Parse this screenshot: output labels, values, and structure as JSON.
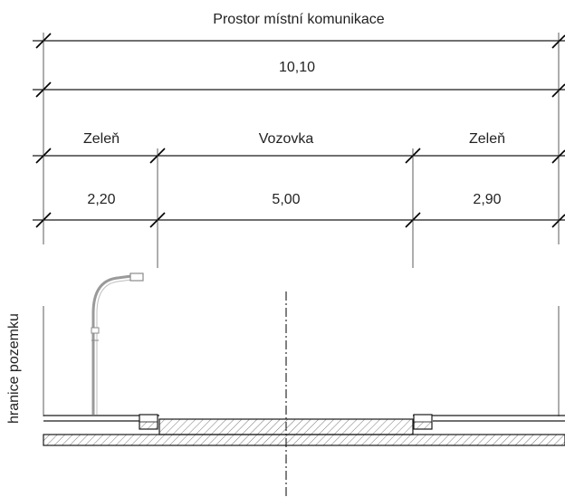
{
  "title": "Prostor místní komunikace",
  "total_width": "10,10",
  "zones": [
    {
      "name": "Zeleň",
      "width": "2,20"
    },
    {
      "name": "Vozovka",
      "width": "5,00"
    },
    {
      "name": "Zeleň",
      "width": "2,90"
    }
  ],
  "side_label": "hranice pozemku",
  "colors": {
    "line": "#1a1a1a",
    "lamp": "#9a9a9a"
  }
}
